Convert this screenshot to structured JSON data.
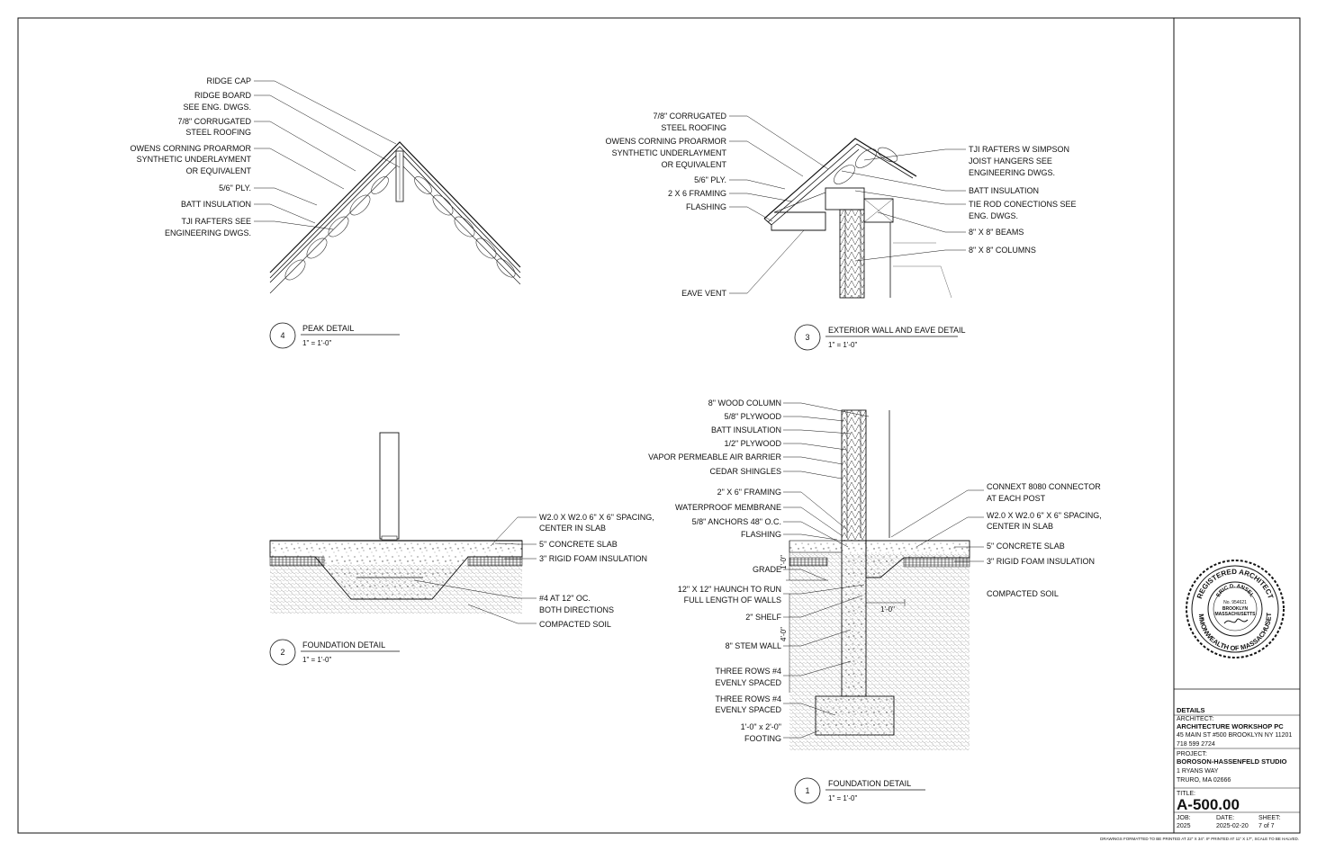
{
  "details": {
    "peak": {
      "number": "4",
      "title": "PEAK  DETAIL",
      "scale": "1\" = 1'-0\"",
      "labels": [
        "RIDGE CAP",
        "RIDGE BOARD",
        "SEE ENG. DWGS.",
        "7/8\" CORRUGATED",
        "STEEL ROOFING",
        "OWENS CORNING PROARMOR",
        "SYNTHETIC UNDERLAYMENT",
        "OR EQUIVALENT",
        "5/6\" PLY.",
        "BATT INSULATION",
        "TJI RAFTERS  SEE",
        "ENGINEERING DWGS."
      ]
    },
    "eave": {
      "number": "3",
      "title": "EXTERIOR WALL AND EAVE  DETAIL",
      "scale": "1\" = 1'-0\"",
      "left_labels": [
        "7/8\" CORRUGATED",
        "STEEL ROOFING",
        "OWENS CORNING PROARMOR",
        "SYNTHETIC UNDERLAYMENT",
        "OR EQUIVALENT",
        "5/6\" PLY.",
        "2 X 6 FRAMING",
        "FLASHING",
        "EAVE VENT"
      ],
      "right_labels": [
        "TJI RAFTERS  W SIMPSON",
        "JOIST HANGERS SEE",
        "ENGINEERING DWGS.",
        "BATT INSULATION",
        "TIE ROD CONECTIONS SEE",
        "ENG. DWGS.",
        "8\" X 8\" BEAMS",
        "8\" X 8\" COLUMNS"
      ]
    },
    "foundation2": {
      "number": "2",
      "title": "FOUNDATION DETAIL",
      "scale": "1\" = 1'-0\"",
      "labels": [
        "W2.0 X W2.0 6\" X 6\" SPACING,",
        "CENTER IN SLAB",
        "5\" CONCRETE SLAB",
        "3\" RIGID FOAM INSULATION",
        "#4 AT 12\" OC.",
        "BOTH DIRECTIONS",
        "COMPACTED SOIL"
      ]
    },
    "foundation1": {
      "number": "1",
      "title": "FOUNDATION DETAIL",
      "scale": "1\" = 1'-0\"",
      "left_labels": [
        "8\" WOOD COLUMN",
        "5/8\" PLYWOOD",
        "BATT INSULATION",
        "1/2\" PLYWOOD",
        "VAPOR PERMEABLE AIR BARRIER",
        "CEDAR SHINGLES",
        "2\" X 6\" FRAMING",
        "WATERPROOF MEMBRANE",
        "5/8\" ANCHORS 48\" O.C.",
        "FLASHING",
        "GRADE",
        "12\" X 12\" HAUNCH TO RUN",
        "FULL LENGTH OF WALLS",
        "2\" SHELF",
        "8\" STEM WALL",
        "THREE ROWS #4",
        "EVENLY SPACED",
        "THREE ROWS #4",
        "EVENLY SPACED",
        "1'-0\" x 2'-0\"",
        "FOOTING"
      ],
      "right_labels": [
        "CONNEXT 8080 CONNECTOR",
        "AT EACH POST",
        "W2.0 X W2.0 6\" X 6\" SPACING,",
        "CENTER IN SLAB",
        "5\" CONCRETE SLAB",
        "3\" RIGID FOAM INSULATION",
        "COMPACTED SOIL"
      ],
      "dims": [
        "1'-0\"",
        "4'-0\"",
        "1'-0\""
      ]
    }
  },
  "seal": {
    "top": "REGISTERED ARCHITECT",
    "name": "ERIC D. ANSEL",
    "number": "No. 954621",
    "city": "BROOKLYN",
    "state": "MASSACHUSETTS",
    "bottom": "COMMONWEALTH OF MASSACHUSETTS"
  },
  "title_block": {
    "sheet_name": "DETAILS",
    "architect_label": "ARCHITECT:",
    "architect_name": "ARCHITECTURE WORKSHOP PC",
    "architect_address": "45 MAIN ST #500 BROOKLYN NY 11201",
    "architect_phone": "718 599 2724",
    "project_label": "PROJECT:",
    "project_name": "BOROSON-HASSENFELD STUDIO",
    "project_street": "1 RYANS WAY",
    "project_city": "TRURO, MA 02666",
    "title_label": "TITLE:",
    "title": "A-500.00",
    "job_label": "JOB:",
    "job": "2025",
    "date_label": "DATE:",
    "date": "2025-02-20",
    "sheet_label": "SHEET:",
    "sheet": "7 of 7"
  },
  "footer_note": "DRAWINGS FORMATTED TO BE PRINTED AT 22\" X 34\". IF PRINTED AT 11\" X 17\", SCALE TO BE HALVED."
}
